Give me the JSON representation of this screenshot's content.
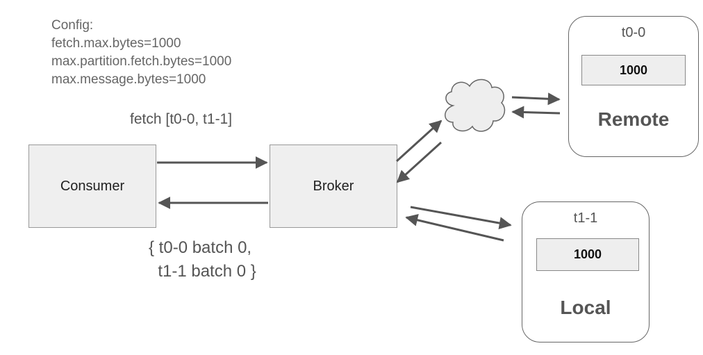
{
  "config": {
    "lines": [
      "Config:",
      "fetch.max.bytes=1000",
      "max.partition.fetch.bytes=1000",
      "max.message.bytes=1000"
    ]
  },
  "request_label": "fetch [t0-0, t1-1]",
  "response_label": {
    "line1": "{ t0-0 batch 0,",
    "line2": "  t1-1 batch 0 }"
  },
  "consumer": {
    "label": "Consumer"
  },
  "broker": {
    "label": "Broker"
  },
  "remote": {
    "partition": "t0-0",
    "batch_value": "1000",
    "kind": "Remote"
  },
  "local": {
    "partition": "t1-1",
    "batch_value": "1000",
    "kind": "Local"
  },
  "colors": {
    "arrow": "#555555",
    "box_fill": "#efefef",
    "cloud_fill": "#eeeeee"
  }
}
